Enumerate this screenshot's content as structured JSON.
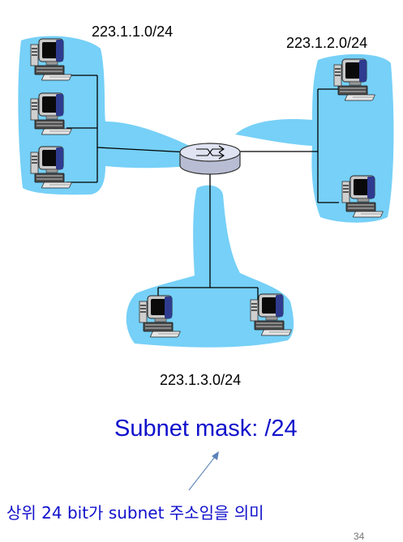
{
  "subnets": [
    {
      "label": "223.1.1.0/24"
    },
    {
      "label": "223.1.2.0/24"
    },
    {
      "label": "223.1.3.0/24"
    }
  ],
  "mask_text": "Subnet mask: /24",
  "meaning_text": "상위 24 bit가 subnet 주소임을 의미",
  "page_number": "34",
  "colors": {
    "subnet_fill": "#76d0f7",
    "link": "#000000",
    "router_body": "#dfe3f2",
    "mask_text": "#1010cc",
    "arrow": "#5a82b6"
  },
  "icons": {
    "host": "desktop-computer-icon",
    "router": "router-icon"
  }
}
